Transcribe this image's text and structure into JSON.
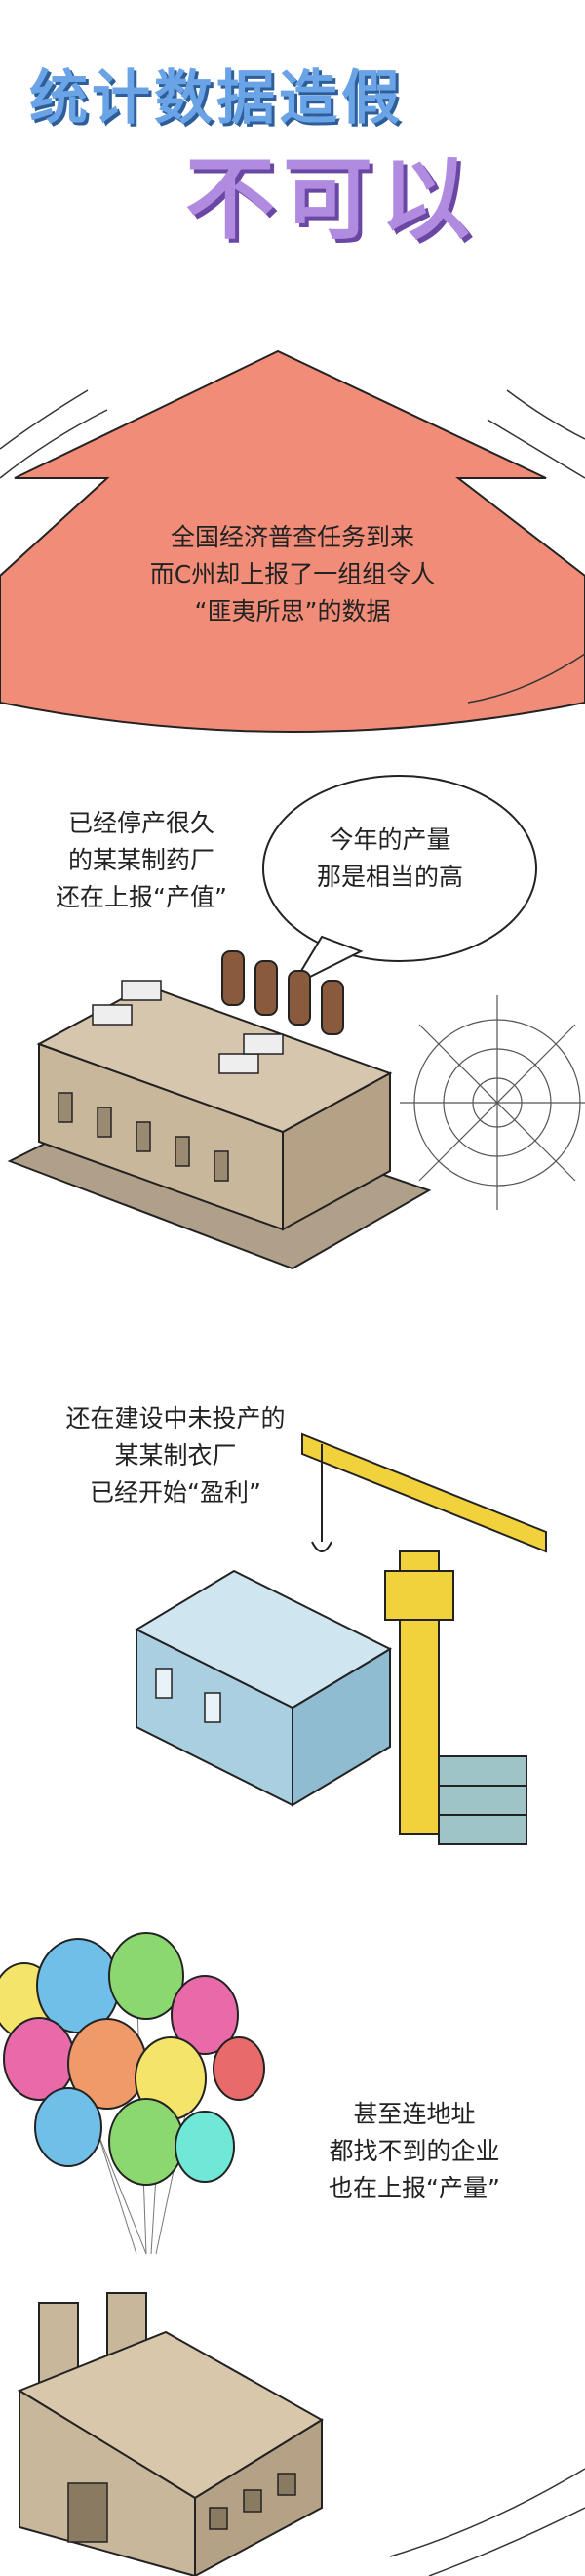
{
  "title": {
    "line1": "统计数据造假",
    "line2": "不可以"
  },
  "sections": {
    "s1": {
      "caption": [
        "全国经济普查任务到来",
        "而C州却上报了一组组令人",
        "“匪夷所思”的数据"
      ]
    },
    "s2": {
      "caption_left": [
        "已经停产很久",
        "的某某制药厂",
        "还在上报“产值”"
      ],
      "bubble": [
        "今年的产量",
        "那是相当的高"
      ]
    },
    "s3": {
      "caption": [
        "还在建设中未投产的",
        "某某制衣厂",
        "已经开始“盈利”"
      ]
    },
    "s4": {
      "caption": [
        "甚至连地址",
        "都找不到的企业",
        "也在上报“产量”"
      ]
    }
  },
  "colors": {
    "title_blue": "#6aa4e6",
    "title_purple": "#b08be0",
    "arrow": "#f08c78",
    "building_tan": "#c9b79c",
    "building_blue": "#a9cfe0",
    "crane_yellow": "#f2d23c"
  }
}
